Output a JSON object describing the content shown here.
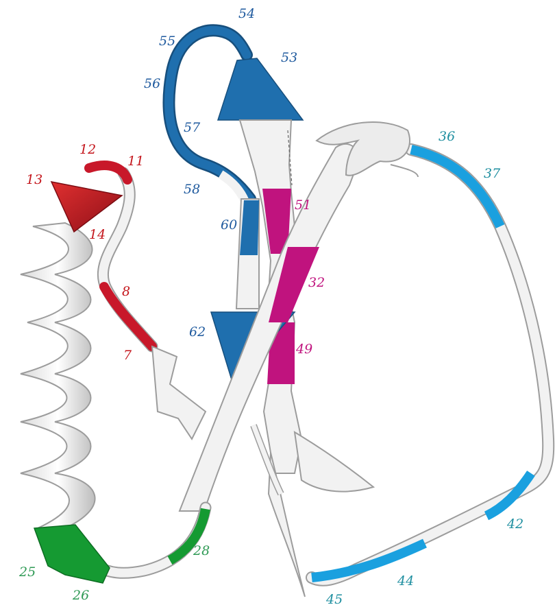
{
  "colors": {
    "dark_blue": "#1f6fae",
    "red": "#c8182a",
    "magenta": "#c0137e",
    "light_blue": "#1aa0df",
    "green": "#159a32",
    "white_ribbon": "#f2f2f2",
    "outline": "#9c9c9c",
    "label_dark_blue": "#1f5a9e",
    "label_red": "#c4161c",
    "label_magenta": "#c0137e",
    "label_teal": "#1f8fa0",
    "label_green": "#2f9a55"
  },
  "labels": {
    "r7": "7",
    "r8": "8",
    "r11": "11",
    "r12": "12",
    "r13": "13",
    "r14": "14",
    "r25": "25",
    "r26": "26",
    "r28": "28",
    "r32": "32",
    "r36": "36",
    "r37": "37",
    "r42": "42",
    "r44": "44",
    "r45": "45",
    "r49": "49",
    "r51": "51",
    "r53": "53",
    "r54": "54",
    "r55": "55",
    "r56": "56",
    "r57": "57",
    "r58": "58",
    "r60": "60",
    "r62": "62"
  }
}
